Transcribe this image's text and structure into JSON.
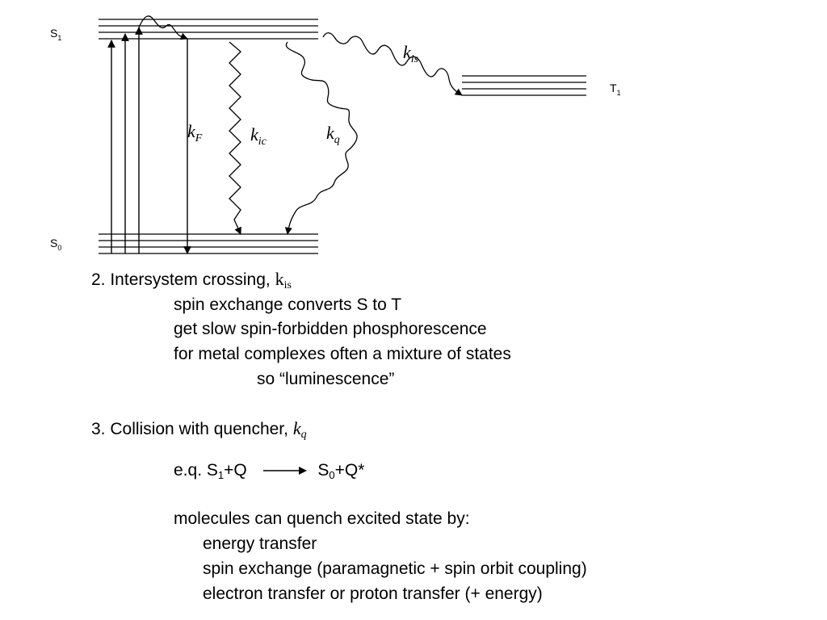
{
  "diagram": {
    "s1": {
      "letter": "S",
      "sub": "1"
    },
    "s0": {
      "letter": "S",
      "sub": "0"
    },
    "t1": {
      "letter": "T",
      "sub": "1"
    },
    "k_f": {
      "k": "k",
      "sub": "F"
    },
    "k_ic": {
      "k": "k",
      "sub": "ic"
    },
    "k_q": {
      "k": "k",
      "sub": "q"
    },
    "k_is": {
      "k": "k",
      "sub": "is"
    }
  },
  "text": {
    "item2": {
      "prefix": "2. Intersystem crossing, ",
      "k": "k",
      "sub": "is"
    },
    "item2_line1": "spin exchange converts S to T",
    "item2_line2": "get slow spin-forbidden phosphorescence",
    "item2_line3": "for metal complexes often a mixture of states",
    "item2_line4": "so “luminescence”",
    "item3": {
      "prefix": "3. Collision with quencher, ",
      "k": "k",
      "sub": "q"
    },
    "equation": {
      "lhs_prefix": "e.q. S",
      "lhs_sub": "1",
      "lhs_suffix": "+Q",
      "rhs_prefix": "S",
      "rhs_sub": "0",
      "rhs_suffix": "+Q*"
    },
    "molecules_intro": "molecules can quench excited state by:",
    "mechanisms": [
      "energy transfer",
      "spin exchange (paramagnetic + spin orbit coupling)",
      "electron transfer or proton transfer (+ energy)"
    ]
  }
}
